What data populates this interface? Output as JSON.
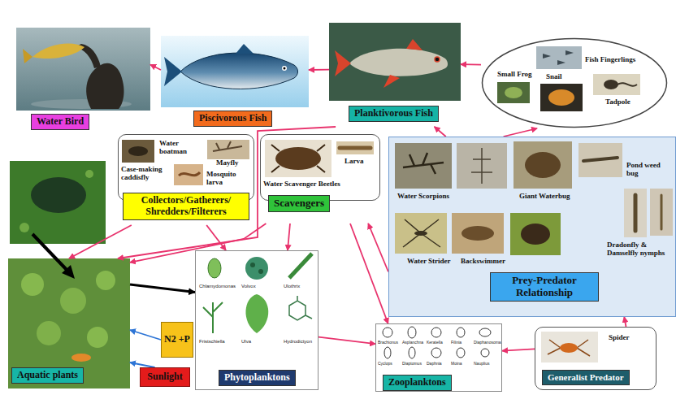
{
  "diagram": {
    "nodes": [
      {
        "text": [
          "Water Bird"
        ]
      },
      {
        "text": [
          "Piscivorous Fish"
        ]
      },
      {
        "text": [
          "Planktivorous Fish"
        ]
      },
      {
        "text": [
          "Fish Fingerlings",
          "Small Frog",
          "Snail",
          "Tadpole"
        ]
      },
      {
        "text": [
          "Water boatman",
          "Case-making caddisfly",
          "Mayfly",
          "Mosquito larva",
          "Collectors/Gatherers/ Shredders/Filterers"
        ]
      },
      {
        "text": [
          "Water Scavenger Beetles",
          "Larva",
          "Scavengers"
        ]
      },
      {
        "text": [
          "Water Scorpions",
          "Giant Waterbug",
          "Pond weed bug",
          "Water Strider",
          "Backswimmer",
          "Dradonfly & Damselfly nymphs",
          "Prey-Predator Relationship"
        ]
      },
      {
        "text": [
          "Aquatic plants"
        ]
      },
      {
        "text": [
          "N2 +P"
        ]
      },
      {
        "text": [
          "Sunlight"
        ]
      },
      {
        "text": [
          "Chlamydomonas",
          "Volvox",
          "Ulothrix",
          "Fristschiella",
          "Ulva",
          "Hydrodictyon",
          "Phytoplanktons"
        ]
      },
      {
        "text": [
          "Brachionus",
          "Asplanchna",
          "Keratella",
          "Filinia",
          "Diaphanosoma",
          "Cyclops",
          "Diaptomus",
          "Daphnia",
          "Moina",
          "Nauplius",
          "Zooplanktons"
        ]
      },
      {
        "text": [
          "Spider",
          "Generalist Predator"
        ]
      }
    ],
    "edges": [
      {
        "from": 1,
        "to": 0,
        "arrow": "to"
      },
      {
        "from": 2,
        "to": 1,
        "arrow": "to"
      },
      {
        "from": 3,
        "to": 2,
        "arrow": "to"
      },
      {
        "from": 6,
        "to": 2,
        "arrow": "to"
      },
      {
        "from": 6,
        "to": 3,
        "arrow": "to"
      },
      {
        "from": 2,
        "to": 7,
        "arrow": "to"
      },
      {
        "from": 4,
        "to": 7,
        "arrow": "to"
      },
      {
        "from": 4,
        "to": 10,
        "arrow": "to"
      },
      {
        "from": 5,
        "to": 7,
        "arrow": "to"
      },
      {
        "from": 5,
        "to": 10,
        "arrow": "to"
      },
      {
        "from": 5,
        "to": 11,
        "arrow": "to"
      },
      {
        "from": 6,
        "to": 5,
        "arrow": "to"
      },
      {
        "from": 10,
        "to": 11,
        "arrow": "to"
      },
      {
        "from": 12,
        "to": 11,
        "arrow": "to"
      },
      {
        "from": 12,
        "to": 6,
        "arrow": "to"
      },
      {
        "from": 7,
        "to": 10,
        "arrow": "to"
      },
      {
        "from": 8,
        "to": 7,
        "arrow": "to"
      },
      {
        "from": 9,
        "to": 7,
        "arrow": "to"
      }
    ]
  }
}
